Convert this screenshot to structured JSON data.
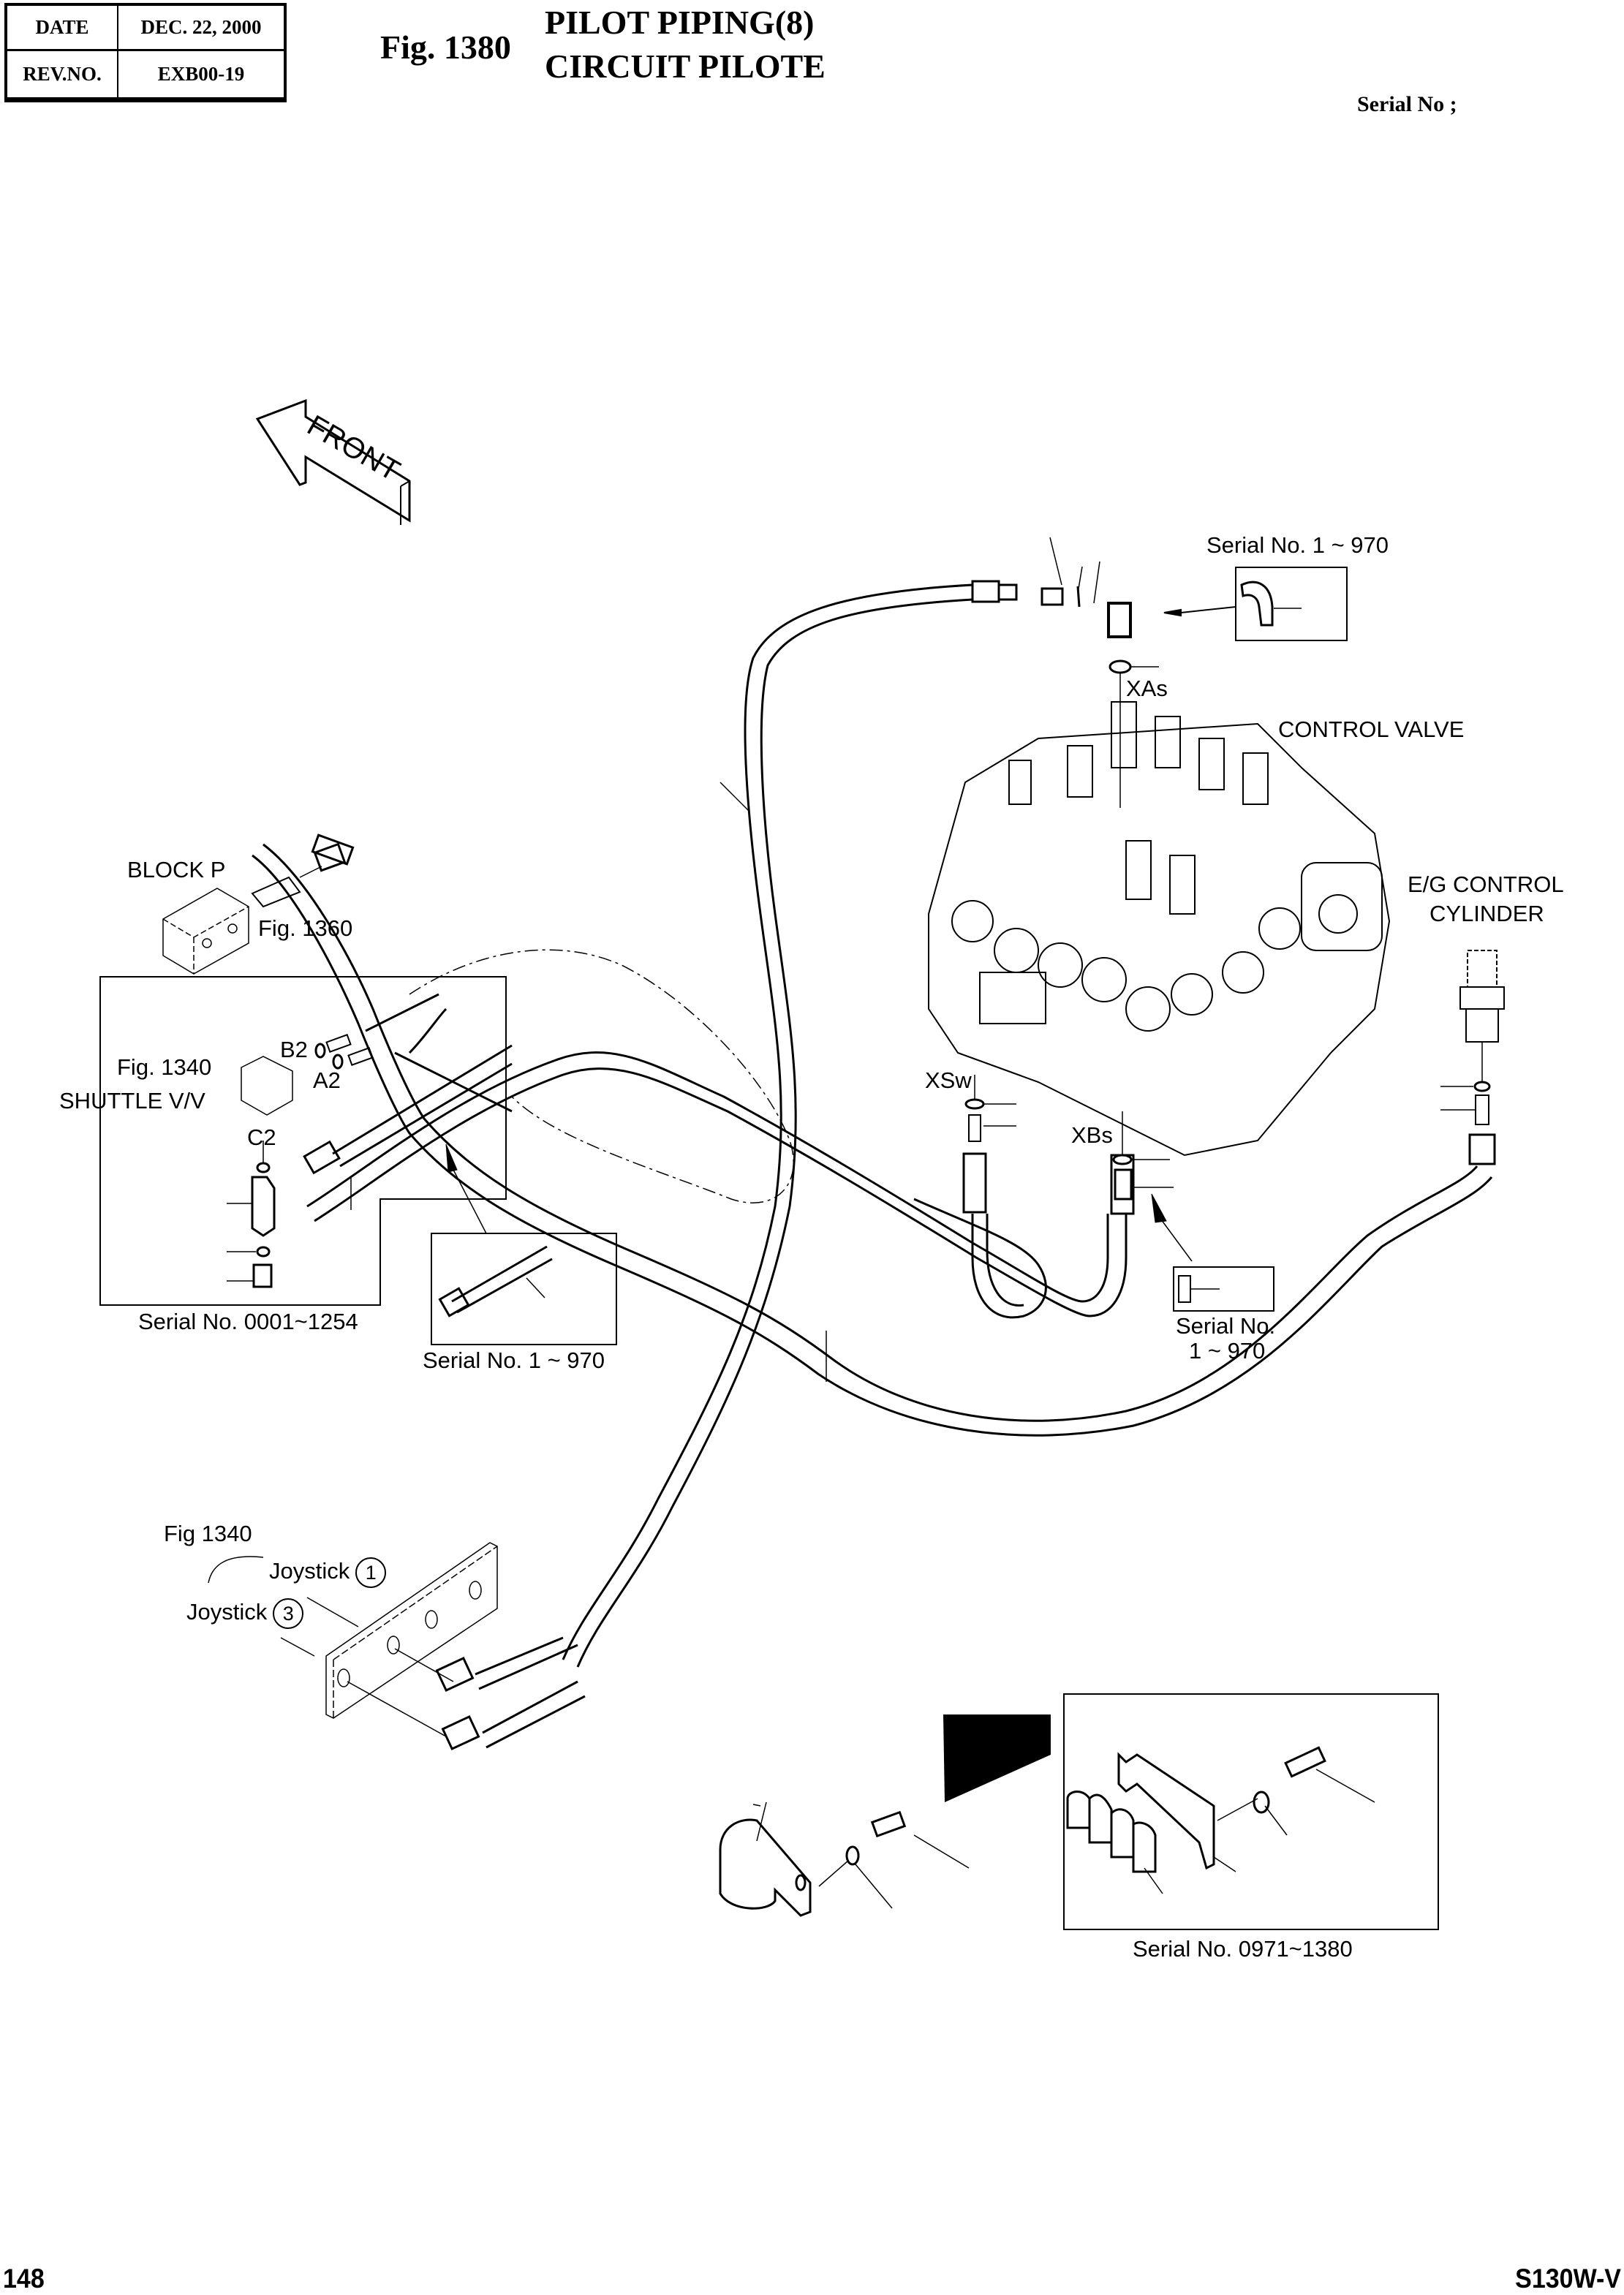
{
  "header": {
    "date_label": "DATE",
    "date_value": "DEC. 22, 2000",
    "rev_label": "REV.NO.",
    "rev_value": "EXB00-19",
    "figure_number": "Fig. 1380",
    "title_en": "PILOT PIPING(8)",
    "title_fr": "CIRCUIT PILOTE",
    "serial_label": "Serial No ;"
  },
  "diagram": {
    "direction_arrow": "FRONT",
    "labels": {
      "block_p": "BLOCK P",
      "fig_1360": "Fig. 1360",
      "fig_1340": "Fig. 1340",
      "shuttle_vv": "SHUTTLE V/V",
      "port_b2": "B2",
      "port_a2": "A2",
      "port_c2": "C2",
      "serial_0001_1254": "Serial No. 0001~1254",
      "serial_1_970_hose": "Serial No. 1 ~ 970",
      "serial_1_970_top": "Serial No. 1 ~ 970",
      "port_xas": "XAs",
      "control_valve": "CONTROL VALVE",
      "eg_control_cylinder_line1": "E/G CONTROL",
      "eg_control_cylinder_line2": "CYLINDER",
      "port_xsw": "XSw",
      "port_xbs": "XBs",
      "serial_no_short": "Serial No.",
      "serial_range_short": "1 ~ 970",
      "fig_1340_joystick": "Fig 1340",
      "joystick_1": "Joystick",
      "joystick_1_num": "1",
      "joystick_3": "Joystick",
      "joystick_3_num": "3",
      "serial_0971_1380": "Serial No. 0971~1380"
    }
  },
  "footer": {
    "page_number": "148",
    "model": "S130W-V"
  }
}
